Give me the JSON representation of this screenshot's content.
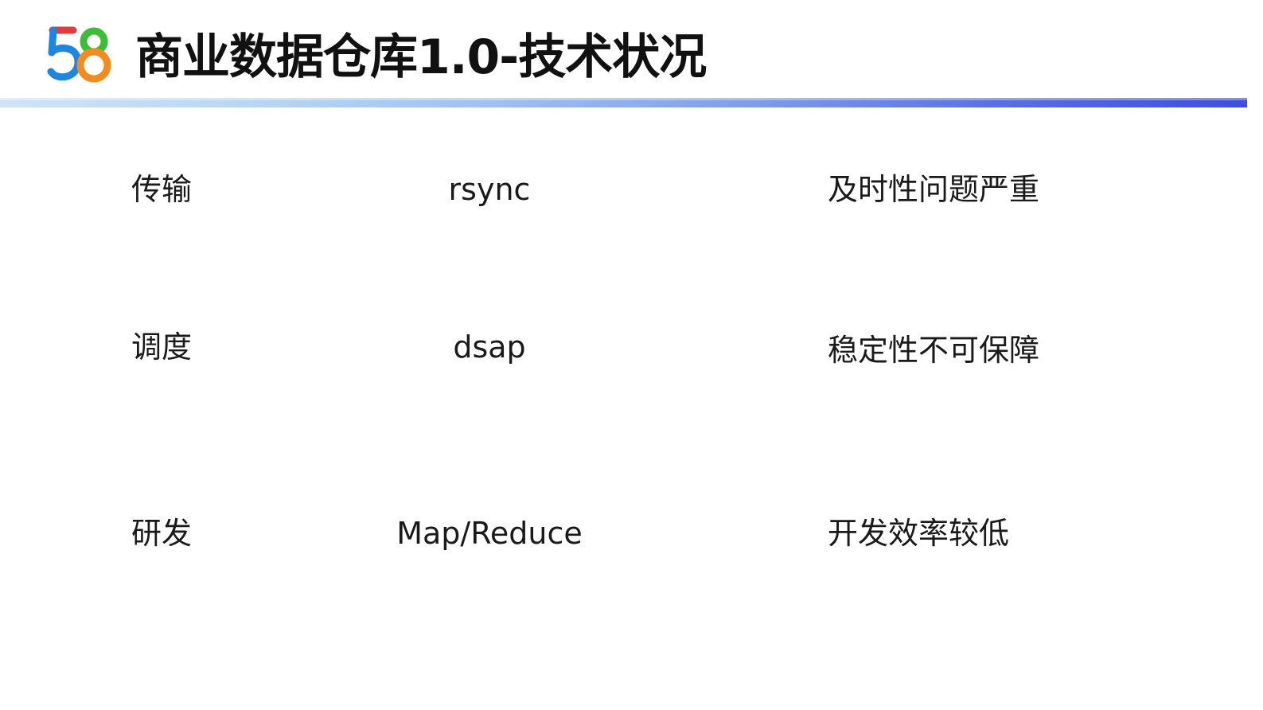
{
  "header": {
    "logo_text": "58",
    "title": "商业数据仓库1.0-技术状况",
    "colors": {
      "logo_5": "#1f86e0",
      "logo_8_top": "#3dbb3a",
      "logo_8_bottom": "#f38b1f",
      "logo_accent": "#e23b3b",
      "bar_start": "#cfe3f6",
      "bar_end": "#3f4ee0"
    }
  },
  "rows": [
    {
      "category": "传输",
      "tool": "rsync",
      "issue": "及时性问题严重"
    },
    {
      "category": "调度",
      "tool": "dsap",
      "issue": "稳定性不可保障"
    },
    {
      "category": "研发",
      "tool": "Map/Reduce",
      "issue": "开发效率较低"
    }
  ]
}
